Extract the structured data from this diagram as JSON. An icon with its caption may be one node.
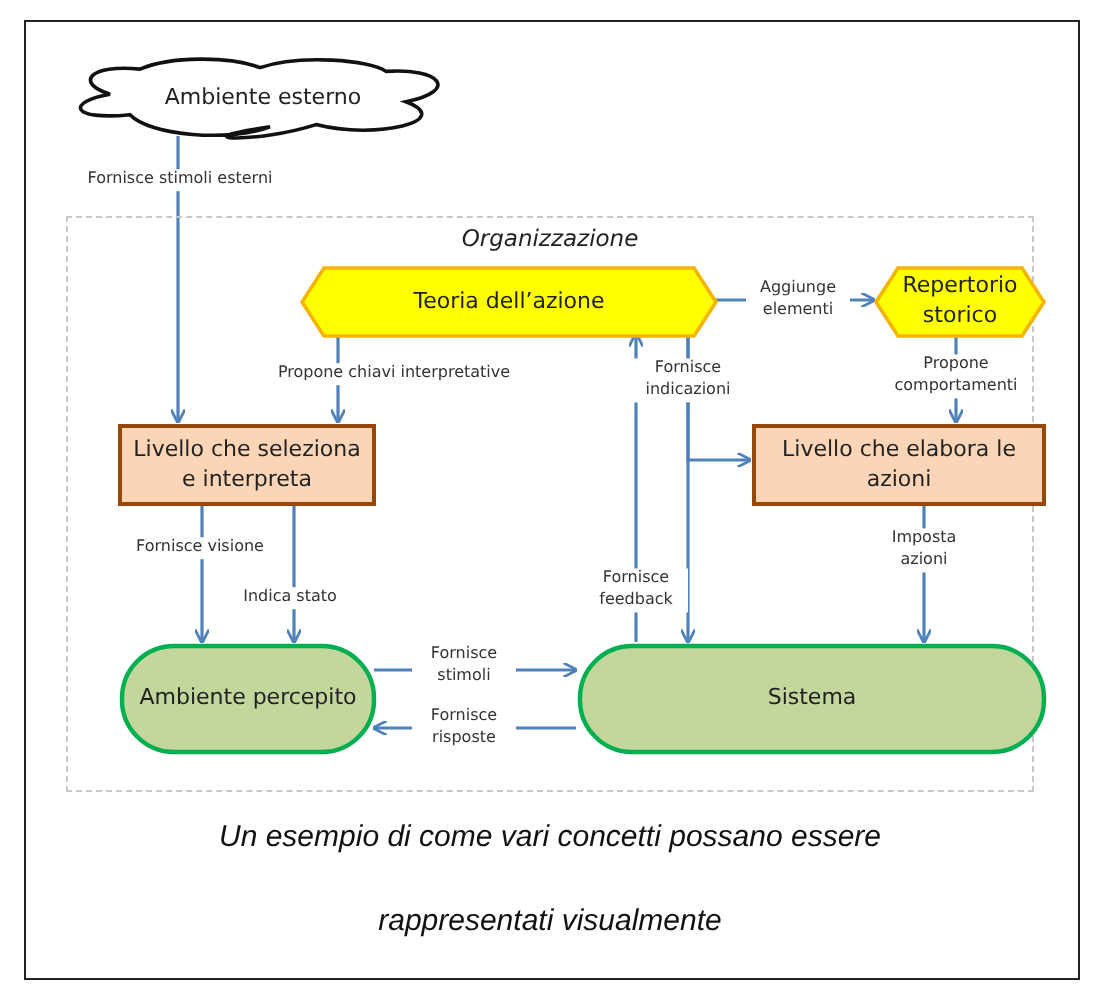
{
  "diagram": {
    "caption": "Un esempio di come vari concetti possano essere rappresentati visualmente",
    "nodes": [
      {
        "text": [
          "Organizzazione"
        ]
      },
      {
        "text": [
          "Ambiente esterno"
        ]
      },
      {
        "text": [
          "Teoria dell’azione"
        ],
        "in": 0
      },
      {
        "text": [
          "Repertorio storico"
        ],
        "in": 0
      },
      {
        "text": [
          "Livello che seleziona e interpreta"
        ],
        "in": 0
      },
      {
        "text": [
          "Livello che elabora le azioni"
        ],
        "in": 0
      },
      {
        "text": [
          "Ambiente percepito"
        ],
        "in": 0
      },
      {
        "text": [
          "Sistema"
        ],
        "in": 0
      }
    ],
    "edges": [
      {
        "from": 1,
        "to": 4,
        "arrow": "to",
        "label": "Fornisce stimoli esterni"
      },
      {
        "from": 2,
        "to": 4,
        "arrow": "to",
        "label": "Propone chiavi interpretative"
      },
      {
        "from": 2,
        "to": 3,
        "arrow": "to",
        "label": "Aggiunge elementi"
      },
      {
        "from": 3,
        "to": 5,
        "arrow": "to",
        "label": "Propone comportamenti"
      },
      {
        "from": 2,
        "to": 5,
        "arrow": "to",
        "label": "Fornisce indicazioni"
      },
      {
        "from": 2,
        "to": 7,
        "arrow": "to"
      },
      {
        "from": 4,
        "to": 6,
        "arrow": "to",
        "label": "Fornisce visione"
      },
      {
        "from": 4,
        "to": 6,
        "arrow": "to",
        "label": "Indica stato"
      },
      {
        "from": 5,
        "to": 7,
        "arrow": "to",
        "label": "Imposta azioni"
      },
      {
        "from": 7,
        "to": 2,
        "arrow": "to",
        "label": "Fornisce feedback"
      },
      {
        "from": 6,
        "to": 7,
        "arrow": "to",
        "label": "Fornisce stimoli"
      },
      {
        "from": 7,
        "to": 6,
        "arrow": "to",
        "label": "Fornisce risposte"
      }
    ]
  }
}
